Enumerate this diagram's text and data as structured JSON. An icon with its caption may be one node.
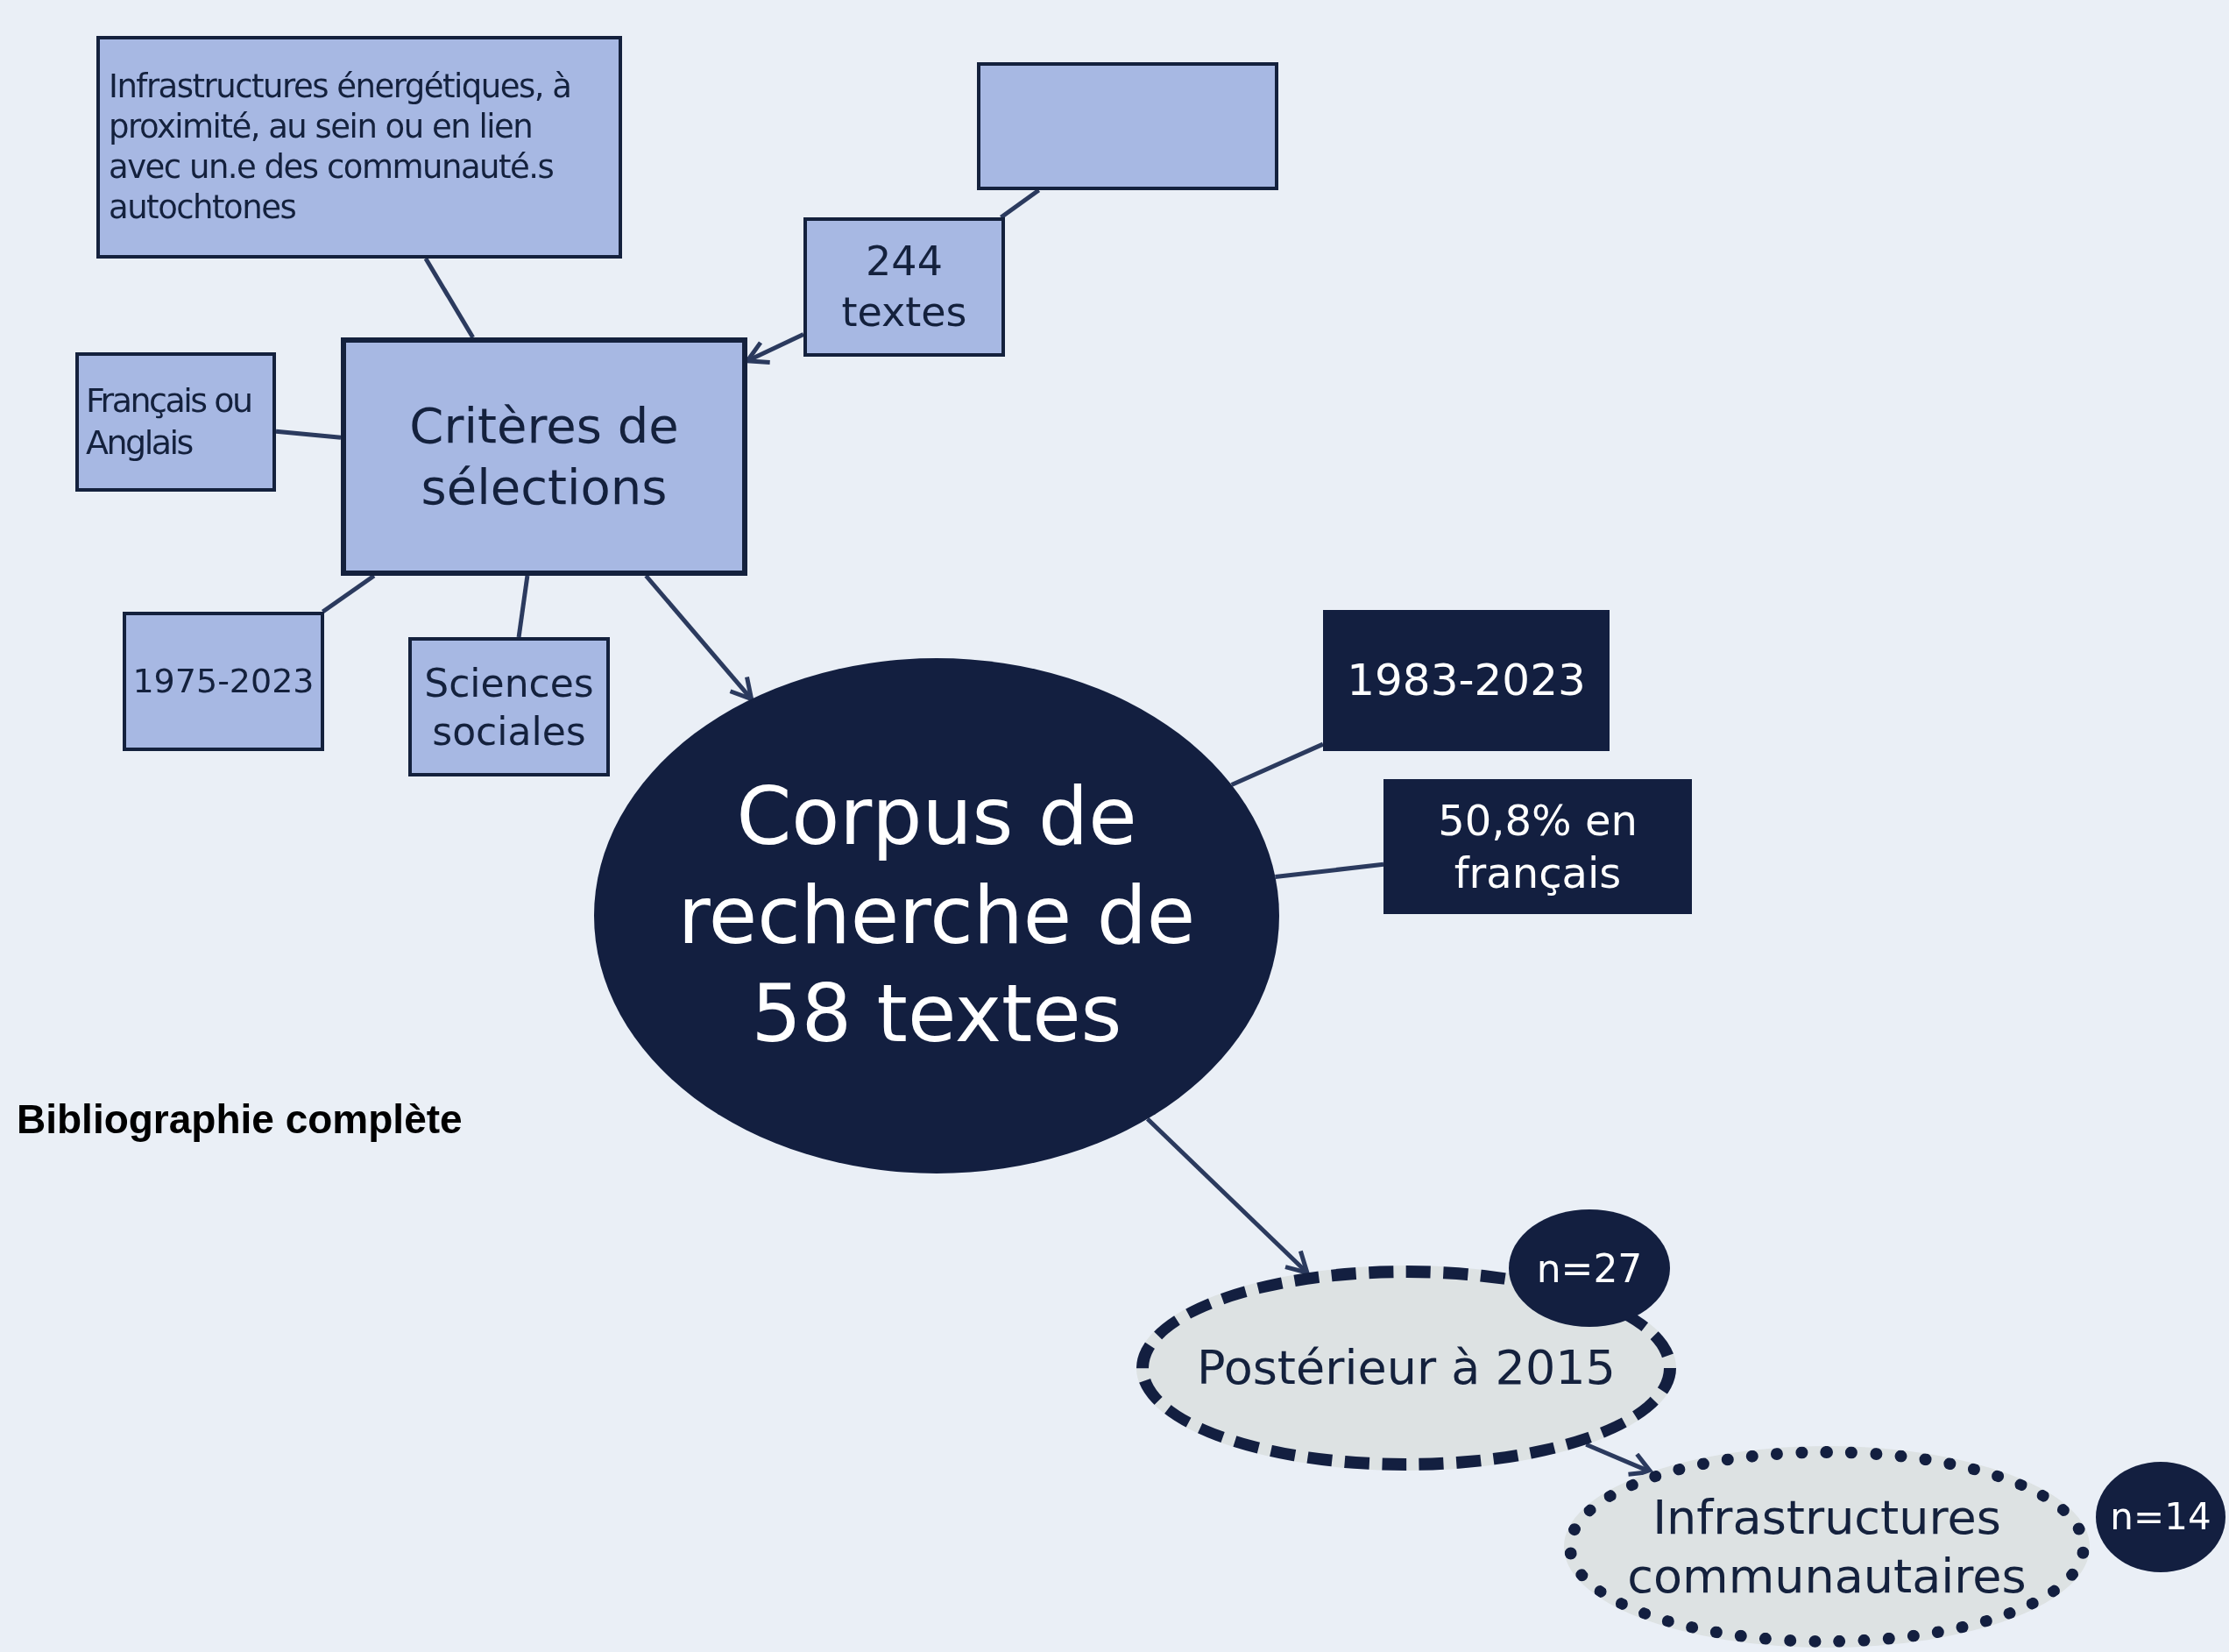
{
  "diagram": {
    "nodes": [
      {
        "text": [
          "Infrastructures énergétiques, à proximité, au sein ou en lien avec un.e des communauté.s autochtones"
        ]
      },
      {
        "text": [],
        "shape": "box"
      },
      {
        "text": [
          "244 textes"
        ]
      },
      {
        "text": [
          "Critères de sélections"
        ]
      },
      {
        "text": [
          "Français ou Anglais"
        ]
      },
      {
        "text": [
          "1975-2023"
        ]
      },
      {
        "text": [
          "Sciences sociales"
        ]
      },
      {
        "text": [
          "1983-2023"
        ]
      },
      {
        "text": [
          "Corpus de recherche de 58 textes"
        ]
      },
      {
        "text": [
          "50,8% en français"
        ]
      },
      {
        "text": [
          "n=27"
        ]
      },
      {
        "text": [
          "Postérieur à 2015"
        ]
      },
      {
        "text": [
          "n=14"
        ]
      },
      {
        "text": [
          "Infrastructures communautaires"
        ]
      }
    ],
    "edges": [
      {
        "from": 0,
        "to": 3,
        "arrow": "none"
      },
      {
        "from": 1,
        "to": 2,
        "arrow": "none"
      },
      {
        "from": 2,
        "to": 3,
        "arrow": "to"
      },
      {
        "from": 4,
        "to": 3,
        "arrow": "none"
      },
      {
        "from": 5,
        "to": 3,
        "arrow": "none"
      },
      {
        "from": 6,
        "to": 3,
        "arrow": "none"
      },
      {
        "from": 3,
        "to": 8,
        "arrow": "to"
      },
      {
        "from": 8,
        "to": 7,
        "arrow": "none"
      },
      {
        "from": 8,
        "to": 9,
        "arrow": "none"
      },
      {
        "from": 8,
        "to": 11,
        "arrow": "to"
      },
      {
        "from": 11,
        "to": 13,
        "arrow": "to"
      }
    ],
    "labels": [
      "Bibliographie complète"
    ]
  }
}
